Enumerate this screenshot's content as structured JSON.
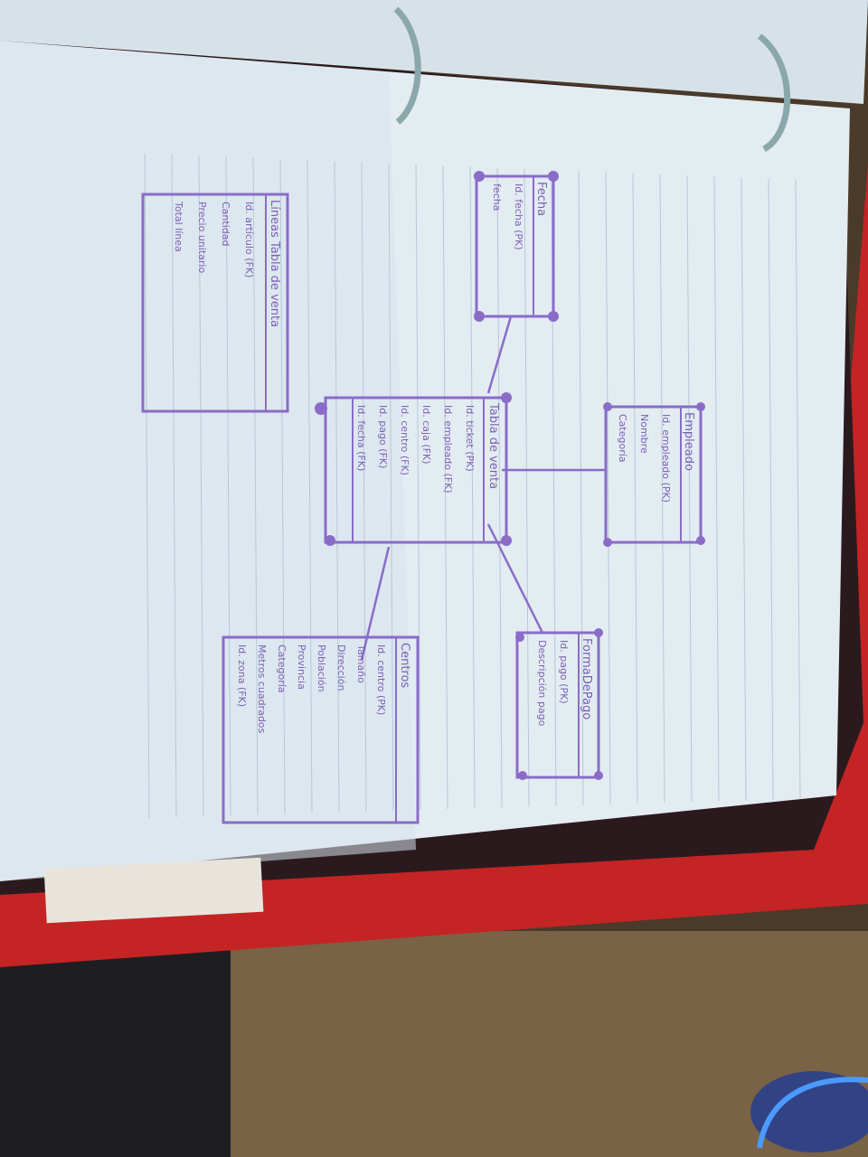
{
  "photo": {
    "subject": "hand-drawn star-schema diagram in a ring binder notebook",
    "ink_color": "#8a6cc8",
    "paper_color": "#e6eef3",
    "binder_color": "#c42a2a",
    "table_color": "#5b4630"
  },
  "entities": {
    "fact": {
      "title": "Tabla de venta",
      "attributes": [
        "Id. ticket (PK)",
        "Id. empleado (FK)",
        "Id. caja (FK)",
        "Id. centro (FK)",
        "Id. pago (FK)",
        "Id. fecha (FK)"
      ]
    },
    "empleado": {
      "title": "Empleado",
      "attributes": [
        "Id. empleado (PK)",
        "Nombre",
        "Categoría"
      ]
    },
    "fecha": {
      "title": "Fecha",
      "attributes": [
        "Id. fecha (PK)",
        "fecha"
      ]
    },
    "formapago": {
      "title": "FormaDePago",
      "attributes": [
        "Id. pago (PK)",
        "Descripción pago"
      ]
    },
    "centros": {
      "title": "Centros",
      "attributes": [
        "Id. centro (PK)",
        "Tamaño",
        "Dirección",
        "Población",
        "Provincia",
        "Categoría",
        "Metros cuadrados",
        "Id. zona (FK)"
      ]
    },
    "lineas": {
      "title": "Líneas Tabla de venta",
      "attributes": [
        "Id. artículo (FK)",
        "Cantidad",
        "Precio unitario",
        "Total línea"
      ]
    }
  }
}
